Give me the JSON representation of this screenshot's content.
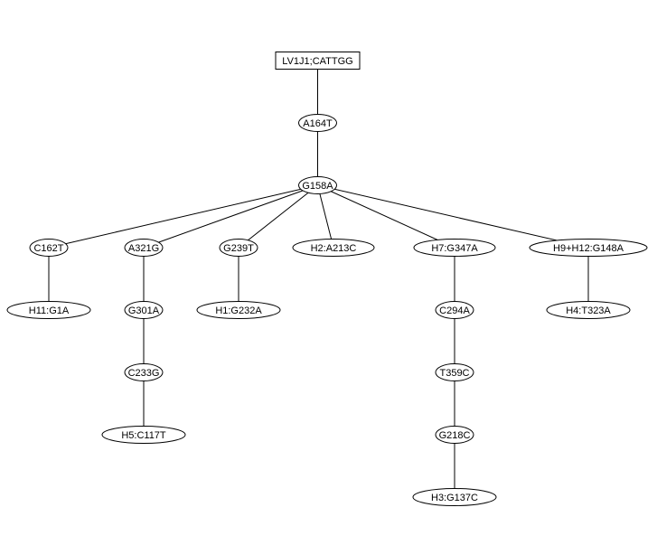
{
  "diagram": {
    "type": "tree",
    "root": "root",
    "nodes": [
      {
        "id": "root",
        "label": "LV1J1;CATTGG",
        "shape": "box"
      },
      {
        "id": "a164t",
        "label": "A164T",
        "shape": "ellipse"
      },
      {
        "id": "g158a",
        "label": "G158A",
        "shape": "ellipse"
      },
      {
        "id": "c162t",
        "label": "C162T",
        "shape": "ellipse"
      },
      {
        "id": "a321g",
        "label": "A321G",
        "shape": "ellipse"
      },
      {
        "id": "g239t",
        "label": "G239T",
        "shape": "ellipse"
      },
      {
        "id": "h2",
        "label": "H2:A213C",
        "shape": "ellipse"
      },
      {
        "id": "h7",
        "label": "H7:G347A",
        "shape": "ellipse"
      },
      {
        "id": "h9h12",
        "label": "H9+H12:G148A",
        "shape": "ellipse"
      },
      {
        "id": "h11",
        "label": "H11:G1A",
        "shape": "ellipse"
      },
      {
        "id": "g301a",
        "label": "G301A",
        "shape": "ellipse"
      },
      {
        "id": "h1",
        "label": "H1:G232A",
        "shape": "ellipse"
      },
      {
        "id": "c294a",
        "label": "C294A",
        "shape": "ellipse"
      },
      {
        "id": "h4",
        "label": "H4:T323A",
        "shape": "ellipse"
      },
      {
        "id": "c233g",
        "label": "C233G",
        "shape": "ellipse"
      },
      {
        "id": "t359c",
        "label": "T359C",
        "shape": "ellipse"
      },
      {
        "id": "h5",
        "label": "H5:C117T",
        "shape": "ellipse"
      },
      {
        "id": "g218c",
        "label": "G218C",
        "shape": "ellipse"
      },
      {
        "id": "h3",
        "label": "H3:G137C",
        "shape": "ellipse"
      }
    ],
    "edges": [
      {
        "from": "root",
        "to": "a164t"
      },
      {
        "from": "a164t",
        "to": "g158a"
      },
      {
        "from": "g158a",
        "to": "c162t"
      },
      {
        "from": "g158a",
        "to": "a321g"
      },
      {
        "from": "g158a",
        "to": "g239t"
      },
      {
        "from": "g158a",
        "to": "h2"
      },
      {
        "from": "g158a",
        "to": "h7"
      },
      {
        "from": "g158a",
        "to": "h9h12"
      },
      {
        "from": "c162t",
        "to": "h11"
      },
      {
        "from": "a321g",
        "to": "g301a"
      },
      {
        "from": "g239t",
        "to": "h1"
      },
      {
        "from": "h7",
        "to": "c294a"
      },
      {
        "from": "h9h12",
        "to": "h4"
      },
      {
        "from": "g301a",
        "to": "c233g"
      },
      {
        "from": "c294a",
        "to": "t359c"
      },
      {
        "from": "c233g",
        "to": "h5"
      },
      {
        "from": "t359c",
        "to": "g218c"
      },
      {
        "from": "g218c",
        "to": "h3"
      }
    ]
  }
}
